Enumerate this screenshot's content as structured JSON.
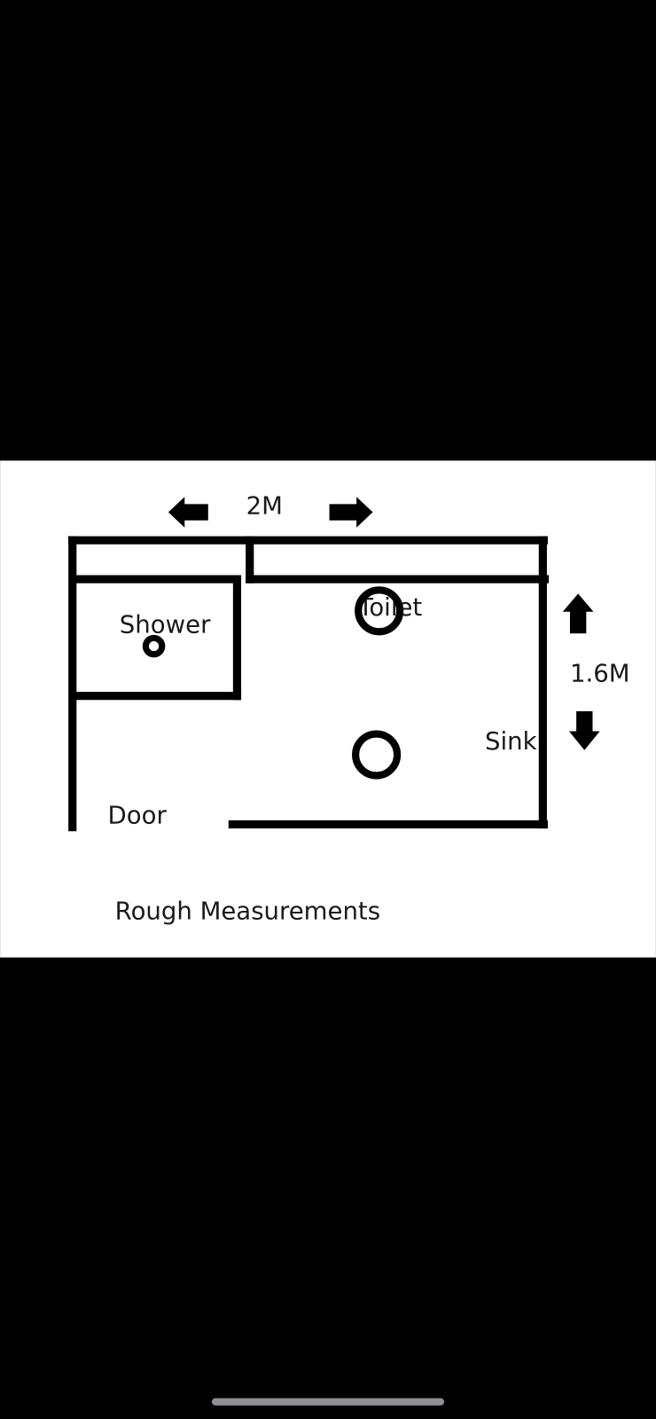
{
  "diagram": {
    "width_label": "2M",
    "height_label": "1.6M",
    "rooms": {
      "shower": "Shower",
      "toilet": "Toilet",
      "sink": "Sink",
      "door": "Door"
    },
    "caption": "Rough Measurements"
  },
  "colors": {
    "background": "#000000",
    "image_background": "#ffffff",
    "ink": "#000000",
    "home_indicator": "#8e8e93"
  }
}
